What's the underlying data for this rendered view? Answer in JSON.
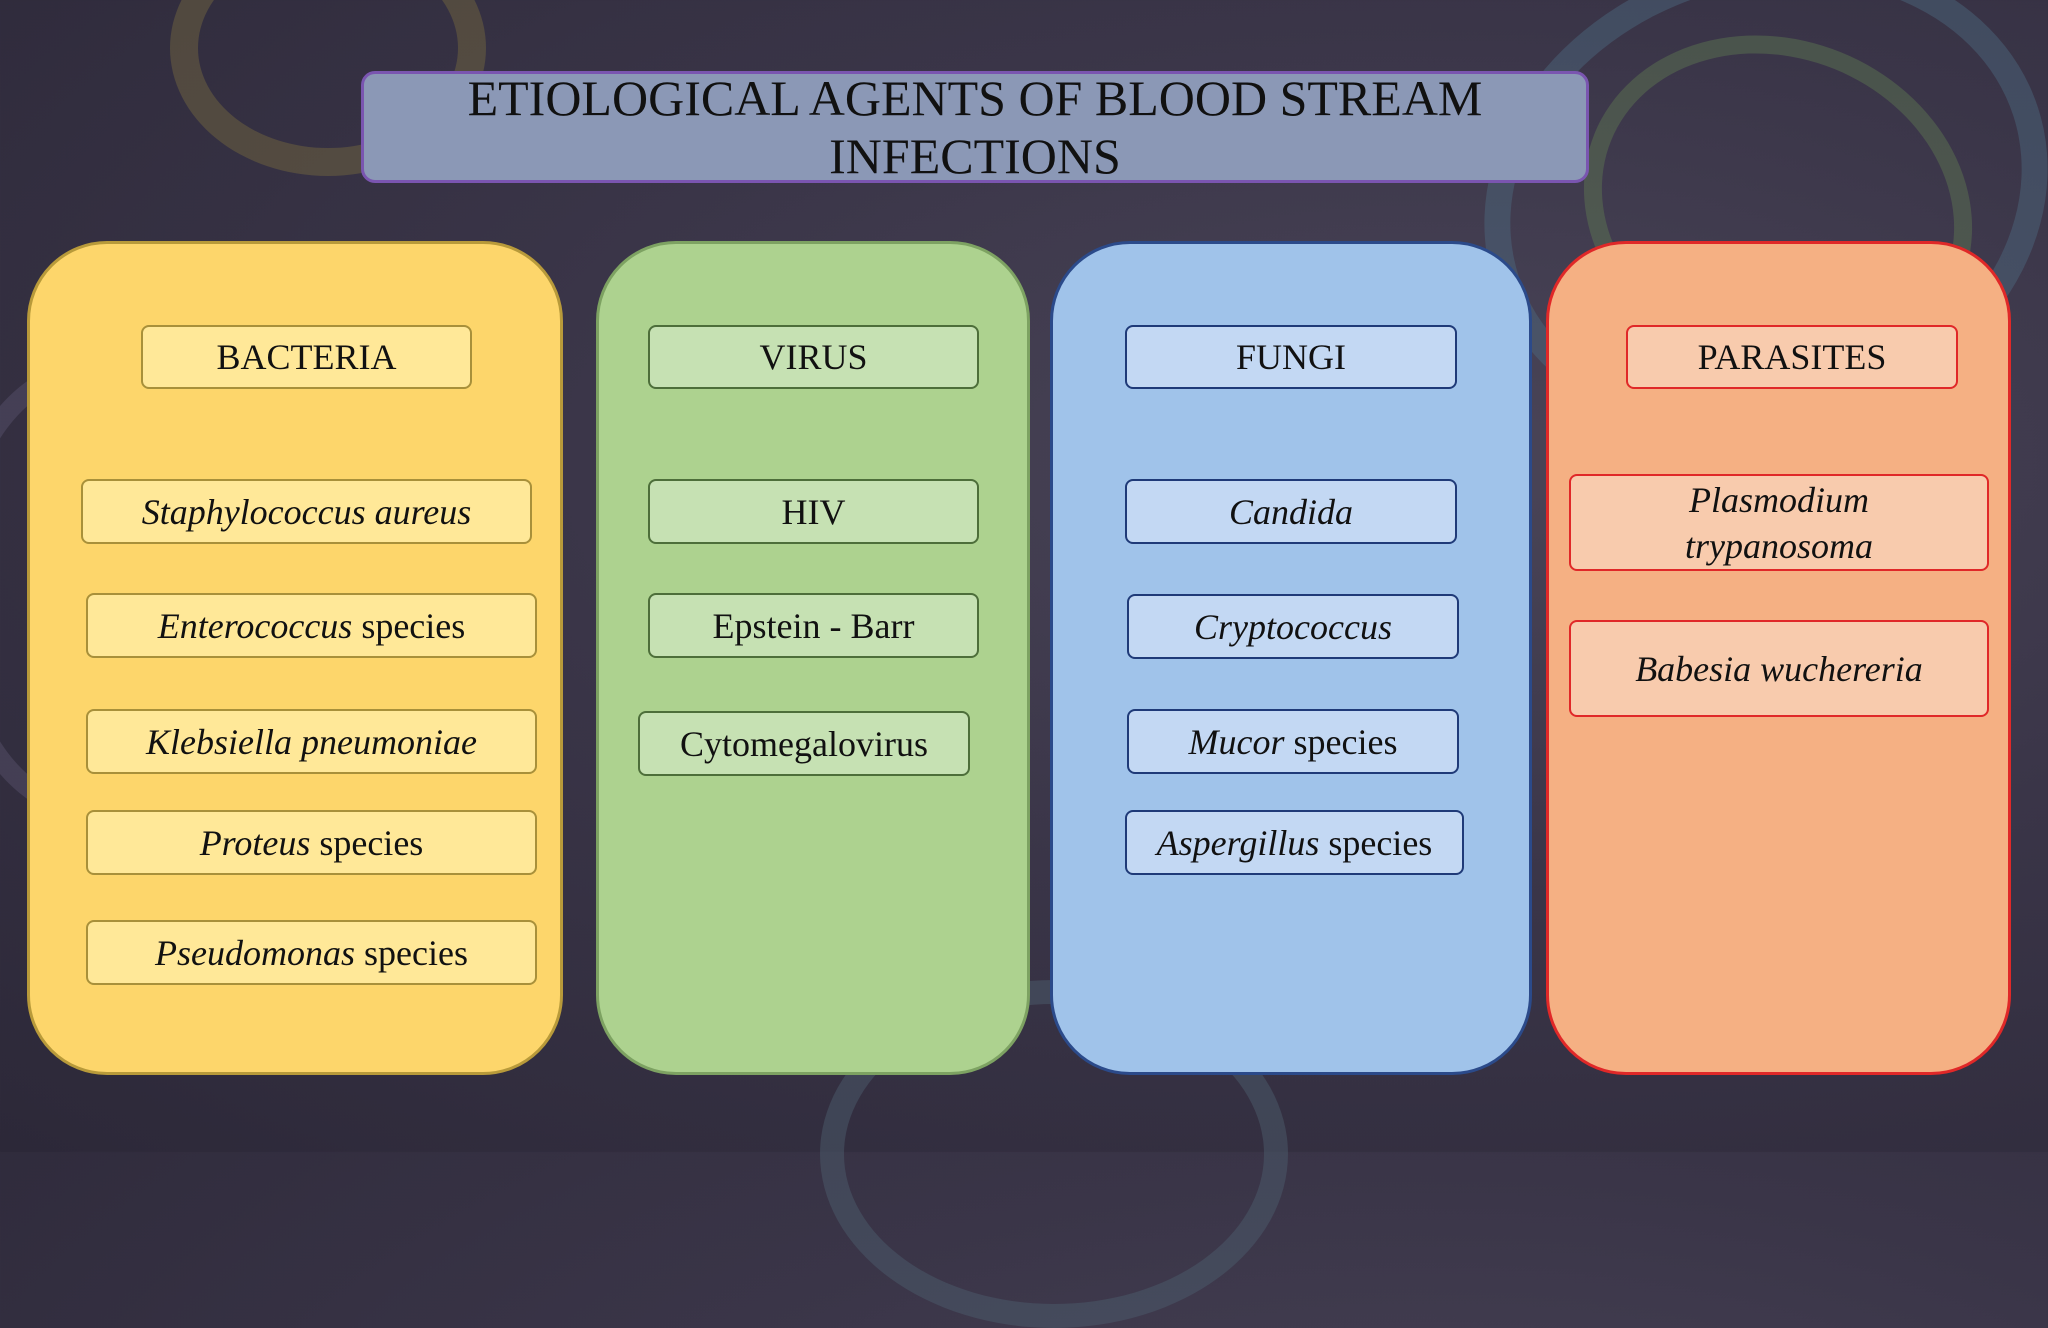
{
  "title": "ETIOLOGICAL AGENTS OF BLOOD STREAM INFECTIONS",
  "groups": {
    "bacteria": {
      "heading": "BACTERIA",
      "items": [
        {
          "italic": "Staphylococcus aureus",
          "rest": ""
        },
        {
          "italic": "Enterococcus",
          "rest": " species"
        },
        {
          "italic": "Klebsiella pneumoniae",
          "rest": ""
        },
        {
          "italic": "Proteus",
          "rest": " species"
        },
        {
          "italic": "Pseudomonas",
          "rest": " species"
        }
      ]
    },
    "virus": {
      "heading": "VIRUS",
      "items": [
        "HIV",
        "Epstein - Barr",
        "Cytomegalovirus"
      ]
    },
    "fungi": {
      "heading": "FUNGI",
      "items": [
        {
          "italic": "Candida",
          "rest": ""
        },
        {
          "italic": "Cryptococcus",
          "rest": ""
        },
        {
          "italic": "Mucor",
          "rest": " species"
        },
        {
          "italic": "Aspergillus",
          "rest": " species"
        }
      ]
    },
    "parasites": {
      "heading": "PARASITES",
      "items": [
        "Plasmodium trypanosoma",
        "Babesia wuchereria"
      ]
    }
  },
  "colors": {
    "bacteria": "#fdd66b",
    "virus": "#add28f",
    "fungi": "#a0c3ea",
    "parasites": "#f5b083",
    "title": "#8b98b6"
  }
}
